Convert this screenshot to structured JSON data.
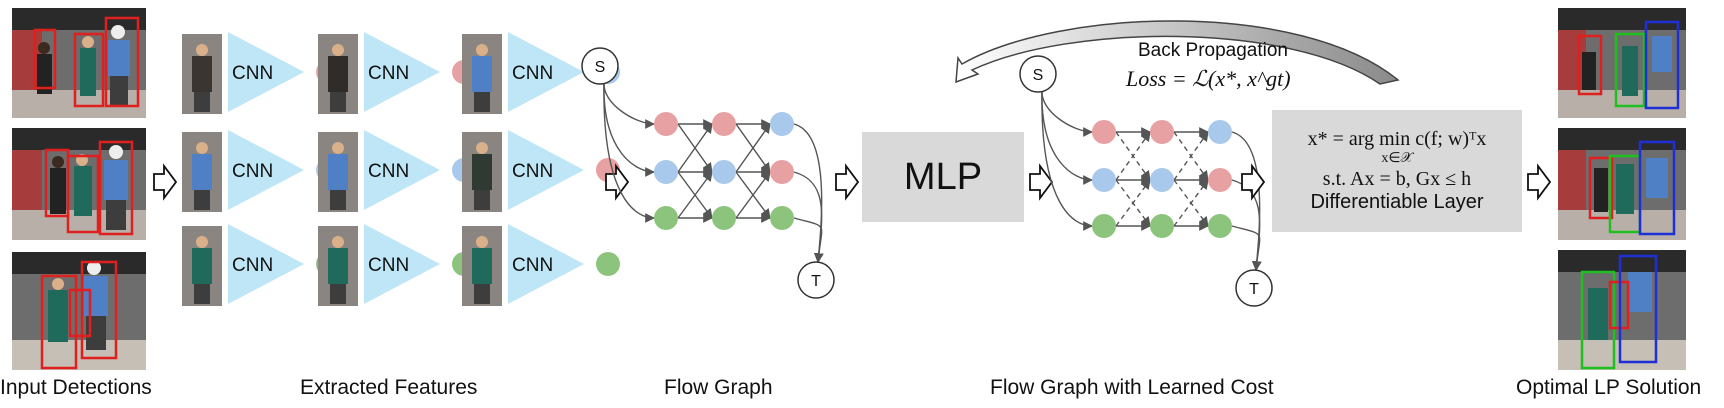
{
  "stage_labels": {
    "input": "Input Detections",
    "features": "Extracted Features",
    "flow_graph": "Flow Graph",
    "learned_cost": "Flow Graph with Learned Cost",
    "solution": "Optimal LP Solution"
  },
  "cnn_label": "CNN",
  "mlp_label": "MLP",
  "source_label": "S",
  "sink_label": "T",
  "back_propagation": {
    "title": "Back Propagation",
    "loss": "Loss = ℒ(x*, x^gt)"
  },
  "lp_layer": {
    "objective": "x* = arg min c(f; w)ᵀx",
    "objective_sub": "x∈𝒳",
    "constraints": "s.t. Ax = b, Gx ≤ h",
    "caption": "Differentiable Layer"
  },
  "colors": {
    "node_red": "#e8a1a3",
    "node_blue": "#a8c8ec",
    "node_green": "#8cc47d",
    "cnn_triangle": "#bfe6f6",
    "box_fill": "#d9d9d9",
    "bbox_red": "#e01f1f",
    "bbox_green": "#1fbf1f",
    "bbox_blue": "#1f2fd6"
  },
  "feature_rows": [
    [
      "red",
      "red",
      "blue"
    ],
    [
      "blue",
      "blue",
      "red"
    ],
    [
      "green",
      "green",
      "green"
    ]
  ]
}
